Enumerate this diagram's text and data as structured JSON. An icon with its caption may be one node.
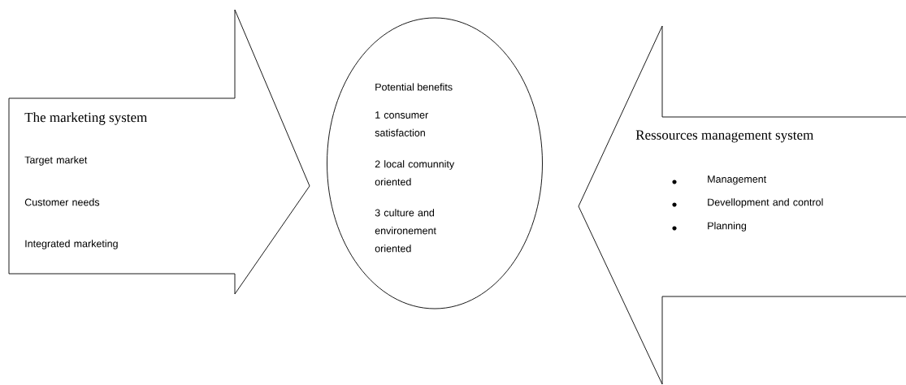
{
  "diagram": {
    "nodes": [
      {
        "text": [
          "The marketing system",
          "Target market",
          "Customer needs",
          "Integrated marketing"
        ]
      },
      {
        "text": [
          "Potential benefits",
          "1 consumer satisfaction",
          "2 local comunnity oriented",
          "3 culture and environement oriented"
        ]
      },
      {
        "text": [
          "Ressources management system",
          "Management",
          "Devellopment and control",
          "Planning"
        ]
      }
    ]
  }
}
